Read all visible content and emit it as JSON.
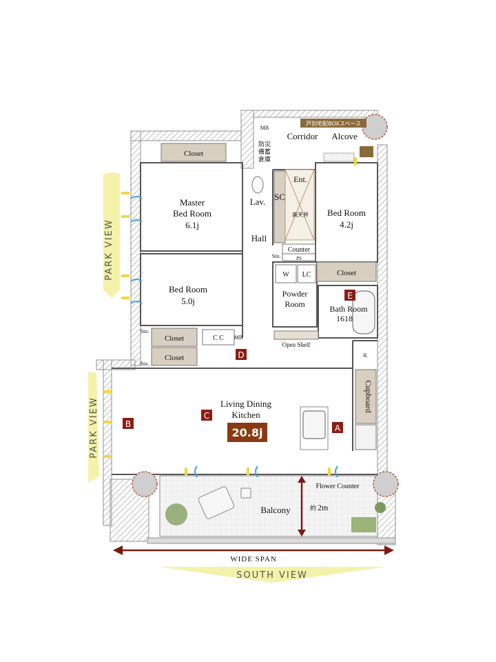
{
  "rooms": {
    "master_bed": [
      "Master",
      "Bed Room",
      "6.1j"
    ],
    "bed_left": [
      "Bed Room",
      "5.0j"
    ],
    "bed_right": [
      "Bed Room",
      "4.2j"
    ],
    "bath": [
      "Bath Room",
      "1618"
    ],
    "powder": [
      "Powder",
      "Room"
    ],
    "ldk": [
      "Living Dining",
      "Kitchen"
    ],
    "ldk_area": "20.8j",
    "balcony": "Balcony"
  },
  "labels": {
    "closet": "Closet",
    "sto": "Sto.",
    "mb": "MB",
    "corridor": "Corridor",
    "alcove": "Alcove",
    "box_space": "戸別宅配BOXスペース",
    "bousai_1": "防災",
    "bousai_2": "備蓄",
    "bousai_3": "倉庫",
    "ent": "Ent.",
    "sc": "SC",
    "lav": "Lav.",
    "hall": "Hall",
    "koutenjou": "高天井",
    "counter": "Counter",
    "ps": "PS",
    "w": "W",
    "lc": "LC",
    "cc": "C C",
    "open_shelf": "Open Shelf",
    "r": "R",
    "cupboard": "Cupboard",
    "flower_counter": "Flower Counter",
    "approx": "約",
    "approx_value": "2m"
  },
  "markers": {
    "a": "A",
    "b": "B",
    "c": "C",
    "d": "D",
    "e": "E"
  },
  "views": {
    "park_view_upper": "PARK VIEW",
    "park_view_lower": "PARK VIEW",
    "wide_span": "WIDE SPAN",
    "south_view": "SOUTH VIEW"
  },
  "colors": {
    "wall": "#9a9a9a",
    "closet": "#d8cfc0",
    "marker": "#8c1d14",
    "area_badge": "#8a3a12",
    "view_arrow": "#f0ef9c",
    "span_arrow": "#7a1a12",
    "box_space": "#8a6a3a"
  }
}
